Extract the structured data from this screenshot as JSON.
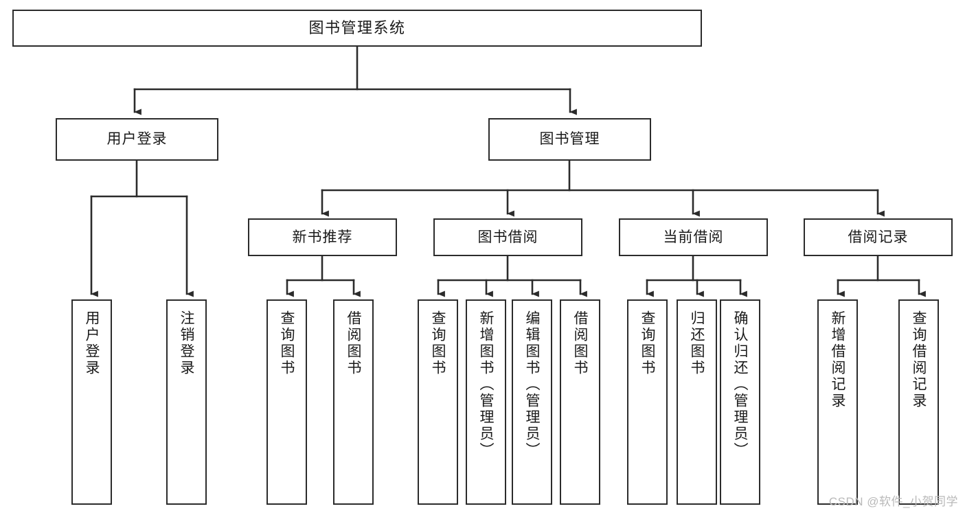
{
  "diagram": {
    "title": "图书管理系统",
    "type": "tree",
    "watermark": "CSDN @软件_小贺同学",
    "line_color": "#2b2b2b",
    "box_fill": "#ffffff",
    "text_color": "#1a1a1a"
  },
  "nodes": {
    "root": {
      "label": "图书管理系统"
    },
    "level2": [
      {
        "label": "用户登录"
      },
      {
        "label": "图书管理"
      }
    ],
    "level3": [
      {
        "label": "新书推荐"
      },
      {
        "label": "图书借阅"
      },
      {
        "label": "当前借阅"
      },
      {
        "label": "借阅记录"
      }
    ],
    "leaves": {
      "user_login": [
        {
          "label": "用户登录"
        },
        {
          "label": "注销登录"
        }
      ],
      "new_book": [
        {
          "label": "查询图书"
        },
        {
          "label": "借阅图书"
        }
      ],
      "book_borrow": [
        {
          "label": "查询图书"
        },
        {
          "label": "新增图书（管理员）"
        },
        {
          "label": "编辑图书（管理员）"
        },
        {
          "label": "借阅图书"
        }
      ],
      "current_borrow": [
        {
          "label": "查询图书"
        },
        {
          "label": "归还图书"
        },
        {
          "label": "确认归还（管理员）"
        }
      ],
      "borrow_record": [
        {
          "label": "新增借阅记录"
        },
        {
          "label": "查询借阅记录"
        }
      ]
    }
  }
}
